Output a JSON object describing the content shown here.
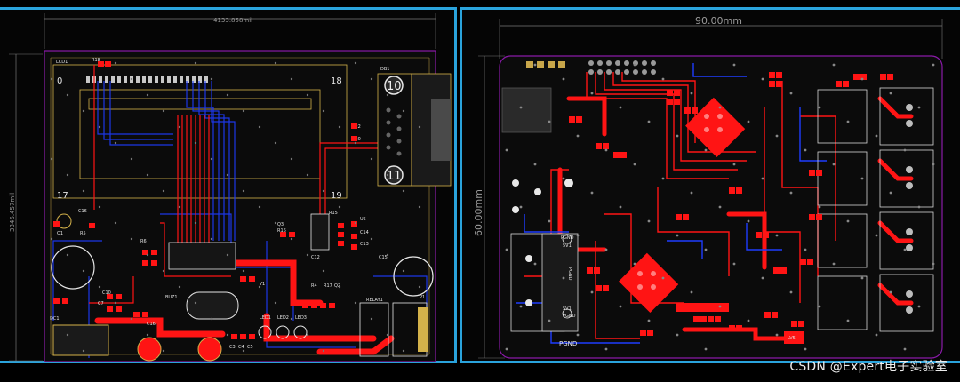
{
  "left_board": {
    "width_label": "4133.858mil",
    "height_label": "3346.457mil",
    "lcd_label": "LCD1",
    "lcd_pins": {
      "p0": "0",
      "p18": "18",
      "p17": "17",
      "p19": "19"
    },
    "db9_pins": {
      "p10": "10",
      "p11": "11"
    },
    "component_labels": [
      "R18",
      "DB1",
      "R22",
      "R20",
      "C16",
      "Q1",
      "R5",
      "R6",
      "Q3",
      "R16",
      "R15",
      "U5",
      "C14",
      "C13",
      "C12",
      "C15",
      "BUZ1",
      "Y1",
      "C10",
      "C7",
      "C16",
      "R4",
      "R17",
      "Q2",
      "LED1",
      "LED2",
      "LED3",
      "RELAY1",
      "P1",
      "DC1",
      "C3",
      "C4",
      "C5"
    ]
  },
  "right_board": {
    "width_label": "90.00mm",
    "height_label": "60.00mm",
    "net_labels": [
      "PGND",
      "PGND",
      "5V1",
      "5V1",
      "PGND",
      "LV5"
    ]
  },
  "watermark": "CSDN @Expert电子实验室",
  "colors": {
    "frame": "#2aa3dc",
    "copper_top": "#ff1414",
    "copper_bottom": "#1e3cff",
    "silkscreen": "#e6e6e6",
    "keepout": "#8a1aa8",
    "mech_outline": "#d4b24a"
  }
}
